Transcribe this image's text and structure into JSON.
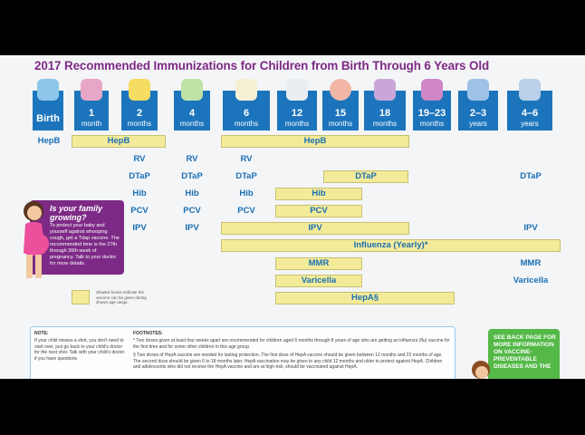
{
  "title": "2017 Recommended Immunizations for Children from Birth Through 6 Years Old",
  "colors": {
    "purple": "#7d2a86",
    "blue": "#1c75bc",
    "shaded": "#f3eb9a",
    "green": "#55b948"
  },
  "ages": [
    {
      "num": "Birth",
      "unit": "",
      "icon": "baby-carriage-icon"
    },
    {
      "num": "1",
      "unit": "month",
      "icon": "rattle-icon"
    },
    {
      "num": "2",
      "unit": "months",
      "icon": "duck-icon"
    },
    {
      "num": "4",
      "unit": "months",
      "icon": "teething-ring-icon"
    },
    {
      "num": "6",
      "unit": "months",
      "icon": "baby-food-icon"
    },
    {
      "num": "12",
      "unit": "months",
      "icon": "sheep-icon"
    },
    {
      "num": "15",
      "unit": "months",
      "icon": "ball-icon"
    },
    {
      "num": "18",
      "unit": "months",
      "icon": "ring-stacker-icon"
    },
    {
      "num": "19–23",
      "unit": "months",
      "icon": "toy-train-icon"
    },
    {
      "num": "2–3",
      "unit": "years",
      "icon": "tricycle-icon"
    },
    {
      "num": "4–6",
      "unit": "years",
      "icon": "backpack-icon"
    }
  ],
  "vaccines": {
    "hepb": "HepB",
    "rv": "RV",
    "dtap": "DTaP",
    "hib": "Hib",
    "pcv": "PCV",
    "ipv": "IPV",
    "influenza": "Influenza (Yearly)*",
    "mmr": "MMR",
    "varicella": "Varicella",
    "hepa": "HepA§"
  },
  "promo": {
    "heading": "Is your family growing?",
    "body": "To protect your baby and yourself against whooping cough, get a Tdap vaccine. The recommended time is the 27th through 36th week of pregnancy. Talk to your doctor for more details."
  },
  "legend": "Shaded boxes indicate the vaccine can be given during shown age range.",
  "note": {
    "heading": "NOTE:",
    "body": "If your child misses a shot, you don't need to start over, just go back to your child's doctor for the next shot. Talk with your child's doctor if you have questions"
  },
  "footnotes": {
    "heading": "FOOTNOTES:",
    "items": [
      "* Two doses given at least four weeks apart are recommended for children aged 6 months through 8 years of age who are getting an influenza (flu) vaccine for the first time and for some other children in this age group.",
      "§ Two doses of HepA vaccine are needed for lasting protection. The first dose of HepA vaccine should be given between 12 months and 23 months of age. The second dose should be given 6 to 18 months later. HepA vaccination may be given to any child 12 months and older to protect against HepA. Children and adolescents who did not receive the HepA vaccine and are at high-risk, should be vaccinated against HepA."
    ]
  },
  "green_box": "SEE BACK PAGE FOR MORE INFORMATION ON VACCINE-PREVENTABLE DISEASES AND THE"
}
